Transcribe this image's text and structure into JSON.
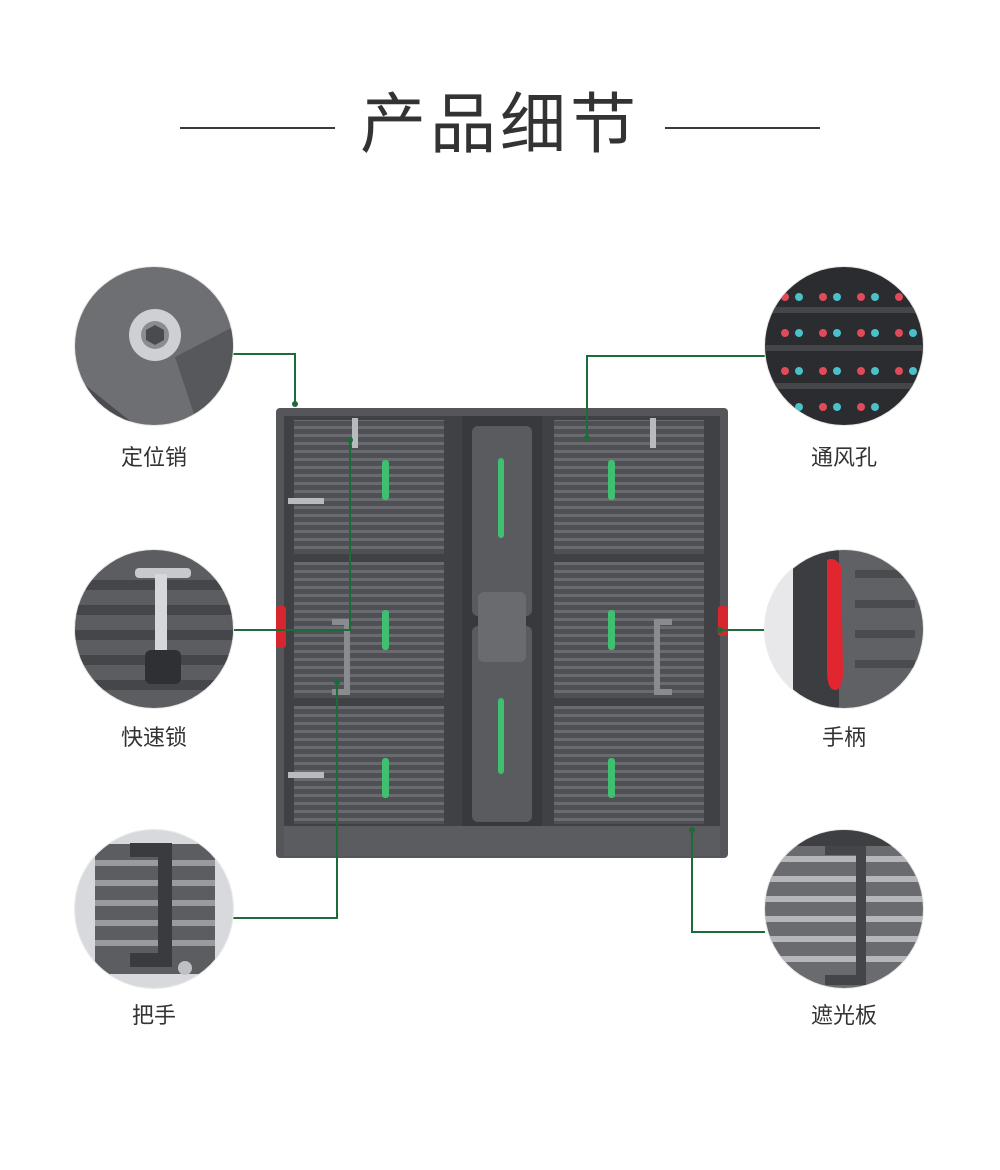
{
  "title": "产品细节",
  "features": [
    {
      "key": "locating-pin",
      "label": "定位销",
      "icon": "locating-pin-icon"
    },
    {
      "key": "quick-lock",
      "label": "快速锁",
      "icon": "quick-lock-icon"
    },
    {
      "key": "handle-grip",
      "label": "把手",
      "icon": "grip-handle-icon"
    },
    {
      "key": "vent",
      "label": "通风孔",
      "icon": "vent-icon"
    },
    {
      "key": "handle",
      "label": "手柄",
      "icon": "handle-icon"
    },
    {
      "key": "light-shield",
      "label": "遮光板",
      "icon": "light-shield-icon"
    }
  ],
  "colors": {
    "callout_line": "#1e6b3a",
    "accent_green": "#3fbf6f",
    "accent_red": "#d8262e",
    "panel_dark": "#4a4b4e"
  }
}
